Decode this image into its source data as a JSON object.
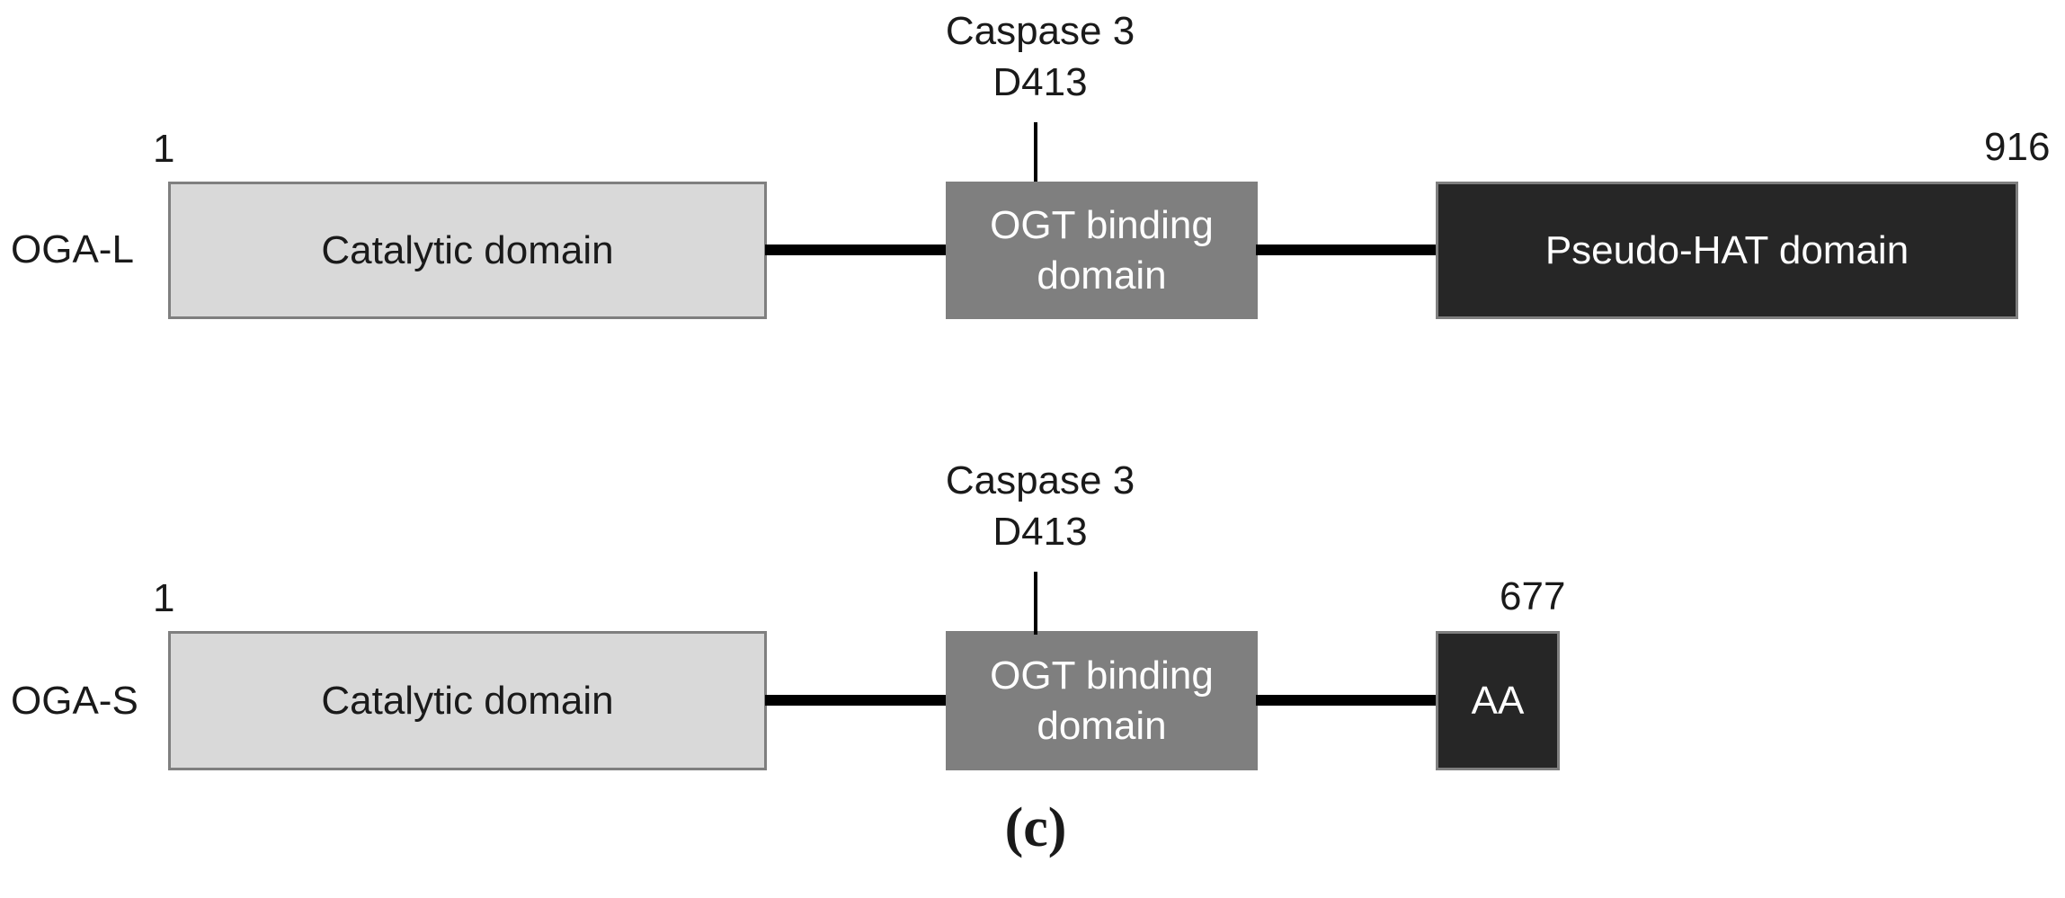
{
  "figure": {
    "panel_label": "(c)",
    "colors": {
      "background": "#ffffff",
      "domain_light": "#d9d9d9",
      "domain_mid": "#7f7f7f",
      "domain_dark": "#262626",
      "box_border": "#7f7f7f",
      "connector": "#000000",
      "text_dark": "#1a1a1a",
      "text_light": "#ffffff"
    },
    "rows": [
      {
        "name": "OGA-L",
        "start_residue": "1",
        "end_residue": "916",
        "cleavage": {
          "enzyme": "Caspase 3",
          "site": "D413"
        },
        "domains": [
          {
            "label": "Catalytic domain",
            "style": "light"
          },
          {
            "label": "OGT binding domain",
            "style": "mid"
          },
          {
            "label": "Pseudo-HAT domain",
            "style": "dark"
          }
        ]
      },
      {
        "name": "OGA-S",
        "start_residue": "1",
        "end_residue": "677",
        "cleavage": {
          "enzyme": "Caspase 3",
          "site": "D413"
        },
        "domains": [
          {
            "label": "Catalytic domain",
            "style": "light"
          },
          {
            "label": "OGT binding domain",
            "style": "mid"
          },
          {
            "label": "AA",
            "style": "dark"
          }
        ]
      }
    ]
  }
}
